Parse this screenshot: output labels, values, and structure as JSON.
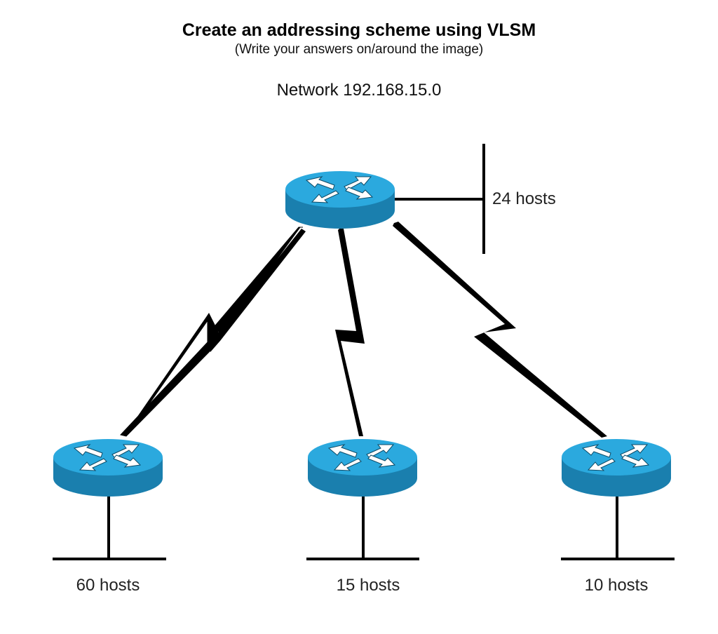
{
  "header": {
    "title": "Create an addressing scheme using VLSM",
    "subtitle": "(Write your answers on/around the image)",
    "network": "Network 192.168.15.0"
  },
  "lans": {
    "top": "24 hosts",
    "left": "60 hosts",
    "center": "15 hosts",
    "right": "10 hosts"
  },
  "colors": {
    "router_top": "#2ba9de",
    "router_side": "#1a7fae",
    "router_arrow": "#ffffff",
    "link": "#000000"
  }
}
